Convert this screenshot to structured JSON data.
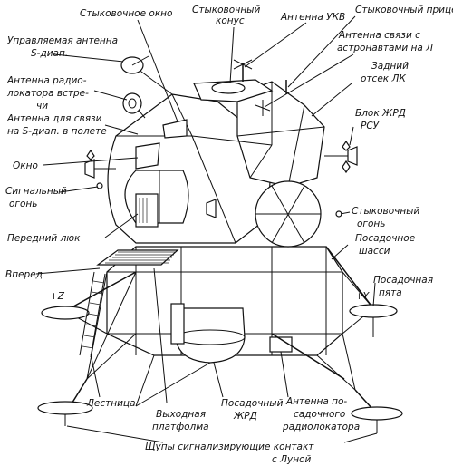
{
  "labels": {
    "docking_window": "Стыковочное окно",
    "docking_cone": [
      "Стыковочный",
      "конус"
    ],
    "vhf_antenna": "Антенна УКВ",
    "docking_sight": "Стыковочный прицел",
    "astronaut_antenna": [
      "Антенна связи с",
      "астронавтами на Л"
    ],
    "rear_compartment": [
      "Задний",
      "отсек ЛК"
    ],
    "rcs_block": [
      "Блок ЖРД",
      "РСУ"
    ],
    "steerable_antenna": [
      "Управляемая антенна",
      "S-диап."
    ],
    "radar_antenna": [
      "Антенна радио-",
      "локатора встре-",
      "чи"
    ],
    "sband_antenna": [
      "Антенна для связи",
      "на S-диап. в полете"
    ],
    "window": "Окно",
    "signal_light_left": [
      "Сигнальный",
      "огонь"
    ],
    "front_hatch": "Передний люк",
    "forward": "Вперед",
    "docking_light_right": [
      "Стыковочный",
      "огонь"
    ],
    "landing_gear": [
      "Посадочное",
      "шасси"
    ],
    "landing_pad": [
      "Посадочная",
      "пята"
    ],
    "ladder": "Лестница",
    "exit_platform": [
      "Выходная",
      "платфолма"
    ],
    "descent_engine": [
      "Посадочный",
      "ЖРД"
    ],
    "landing_radar": [
      "Антенна по-",
      "садочного",
      "радиолокатора"
    ],
    "contact_probes": [
      "Щупы сигнализирующие контакт",
      "с Луной"
    ]
  },
  "axis_marks": {
    "plus_z": "+Z",
    "plus_y": "+Y"
  }
}
